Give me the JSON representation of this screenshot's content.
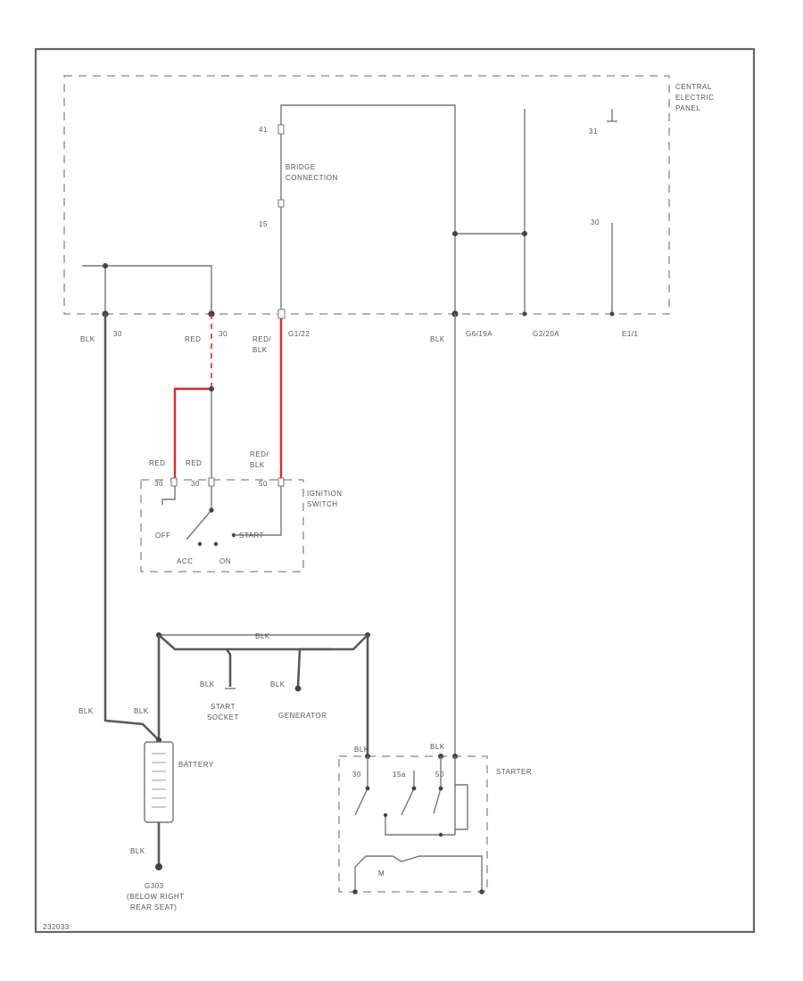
{
  "panel": {
    "name_lines": [
      "CENTRAL",
      "ELECTRIC",
      "PANEL"
    ],
    "pin_41": "41",
    "pin_15": "15",
    "pin_31": "31",
    "pin_30": "30"
  },
  "bridge": {
    "line1": "BRIDGE",
    "line2": "CONNECTION"
  },
  "connectors": {
    "c1": "30",
    "c2": "30",
    "c3": "G1/22",
    "c4": "G6/19A",
    "c5": "G2/20A",
    "c6": "E1/1"
  },
  "wire_labels": {
    "blk_left": "BLK",
    "red_top": "RED",
    "red_blk_top1": "RED/",
    "red_blk_top2": "BLK",
    "blk_right": "BLK",
    "red_ign1": "RED",
    "red_ign2": "RED",
    "red_blk_ign1": "RED/",
    "red_blk_ign2": "BLK",
    "blk_bus": "BLK",
    "blk_start_socket": "BLK",
    "blk_generator": "BLK",
    "blk_batt_left": "BLK",
    "blk_batt_right": "BLK",
    "blk_starter_left": "BLK",
    "blk_starter_right": "BLK",
    "blk_ground": "BLK"
  },
  "ignition_switch": {
    "name_line1": "IGNITION",
    "name_line2": "SWITCH",
    "pin_a": "30",
    "pin_b": "30",
    "pin_c": "50",
    "pos_off": "OFF",
    "pos_start": "START",
    "pos_acc": "ACC",
    "pos_on": "ON"
  },
  "start_socket": {
    "line1": "START",
    "line2": "SOCKET"
  },
  "generator": {
    "label": "GENERATOR"
  },
  "battery": {
    "label": "BATTERY"
  },
  "ground": {
    "line1": "G303",
    "line2": "(BELOW RIGHT",
    "line3": "REAR SEAT)"
  },
  "starter": {
    "label": "STARTER",
    "pin_a": "30",
    "pin_b": "15a",
    "pin_c": "50",
    "motor": "M"
  },
  "figure_id": "232033"
}
